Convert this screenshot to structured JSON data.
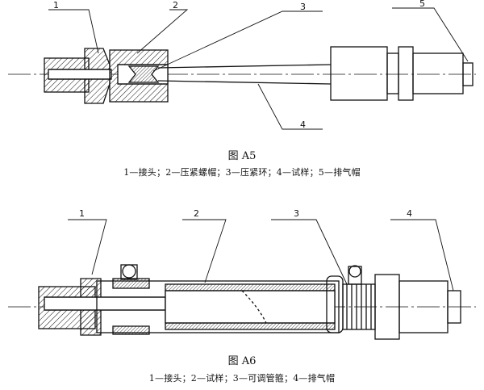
{
  "figure_a5": {
    "title": "图 A5",
    "legend": "1—接头；2—压紧螺帽；3—压紧环；4—试样；5—排气帽",
    "labels": [
      "1",
      "2",
      "3",
      "4",
      "5"
    ]
  },
  "figure_a6": {
    "title": "图 A6",
    "legend": "1—接头；2—试样；3—可调管箍；4—排气帽",
    "labels": [
      "1",
      "2",
      "3",
      "4"
    ]
  },
  "colors": {
    "ink": "#111111",
    "paper": "#ffffff"
  }
}
